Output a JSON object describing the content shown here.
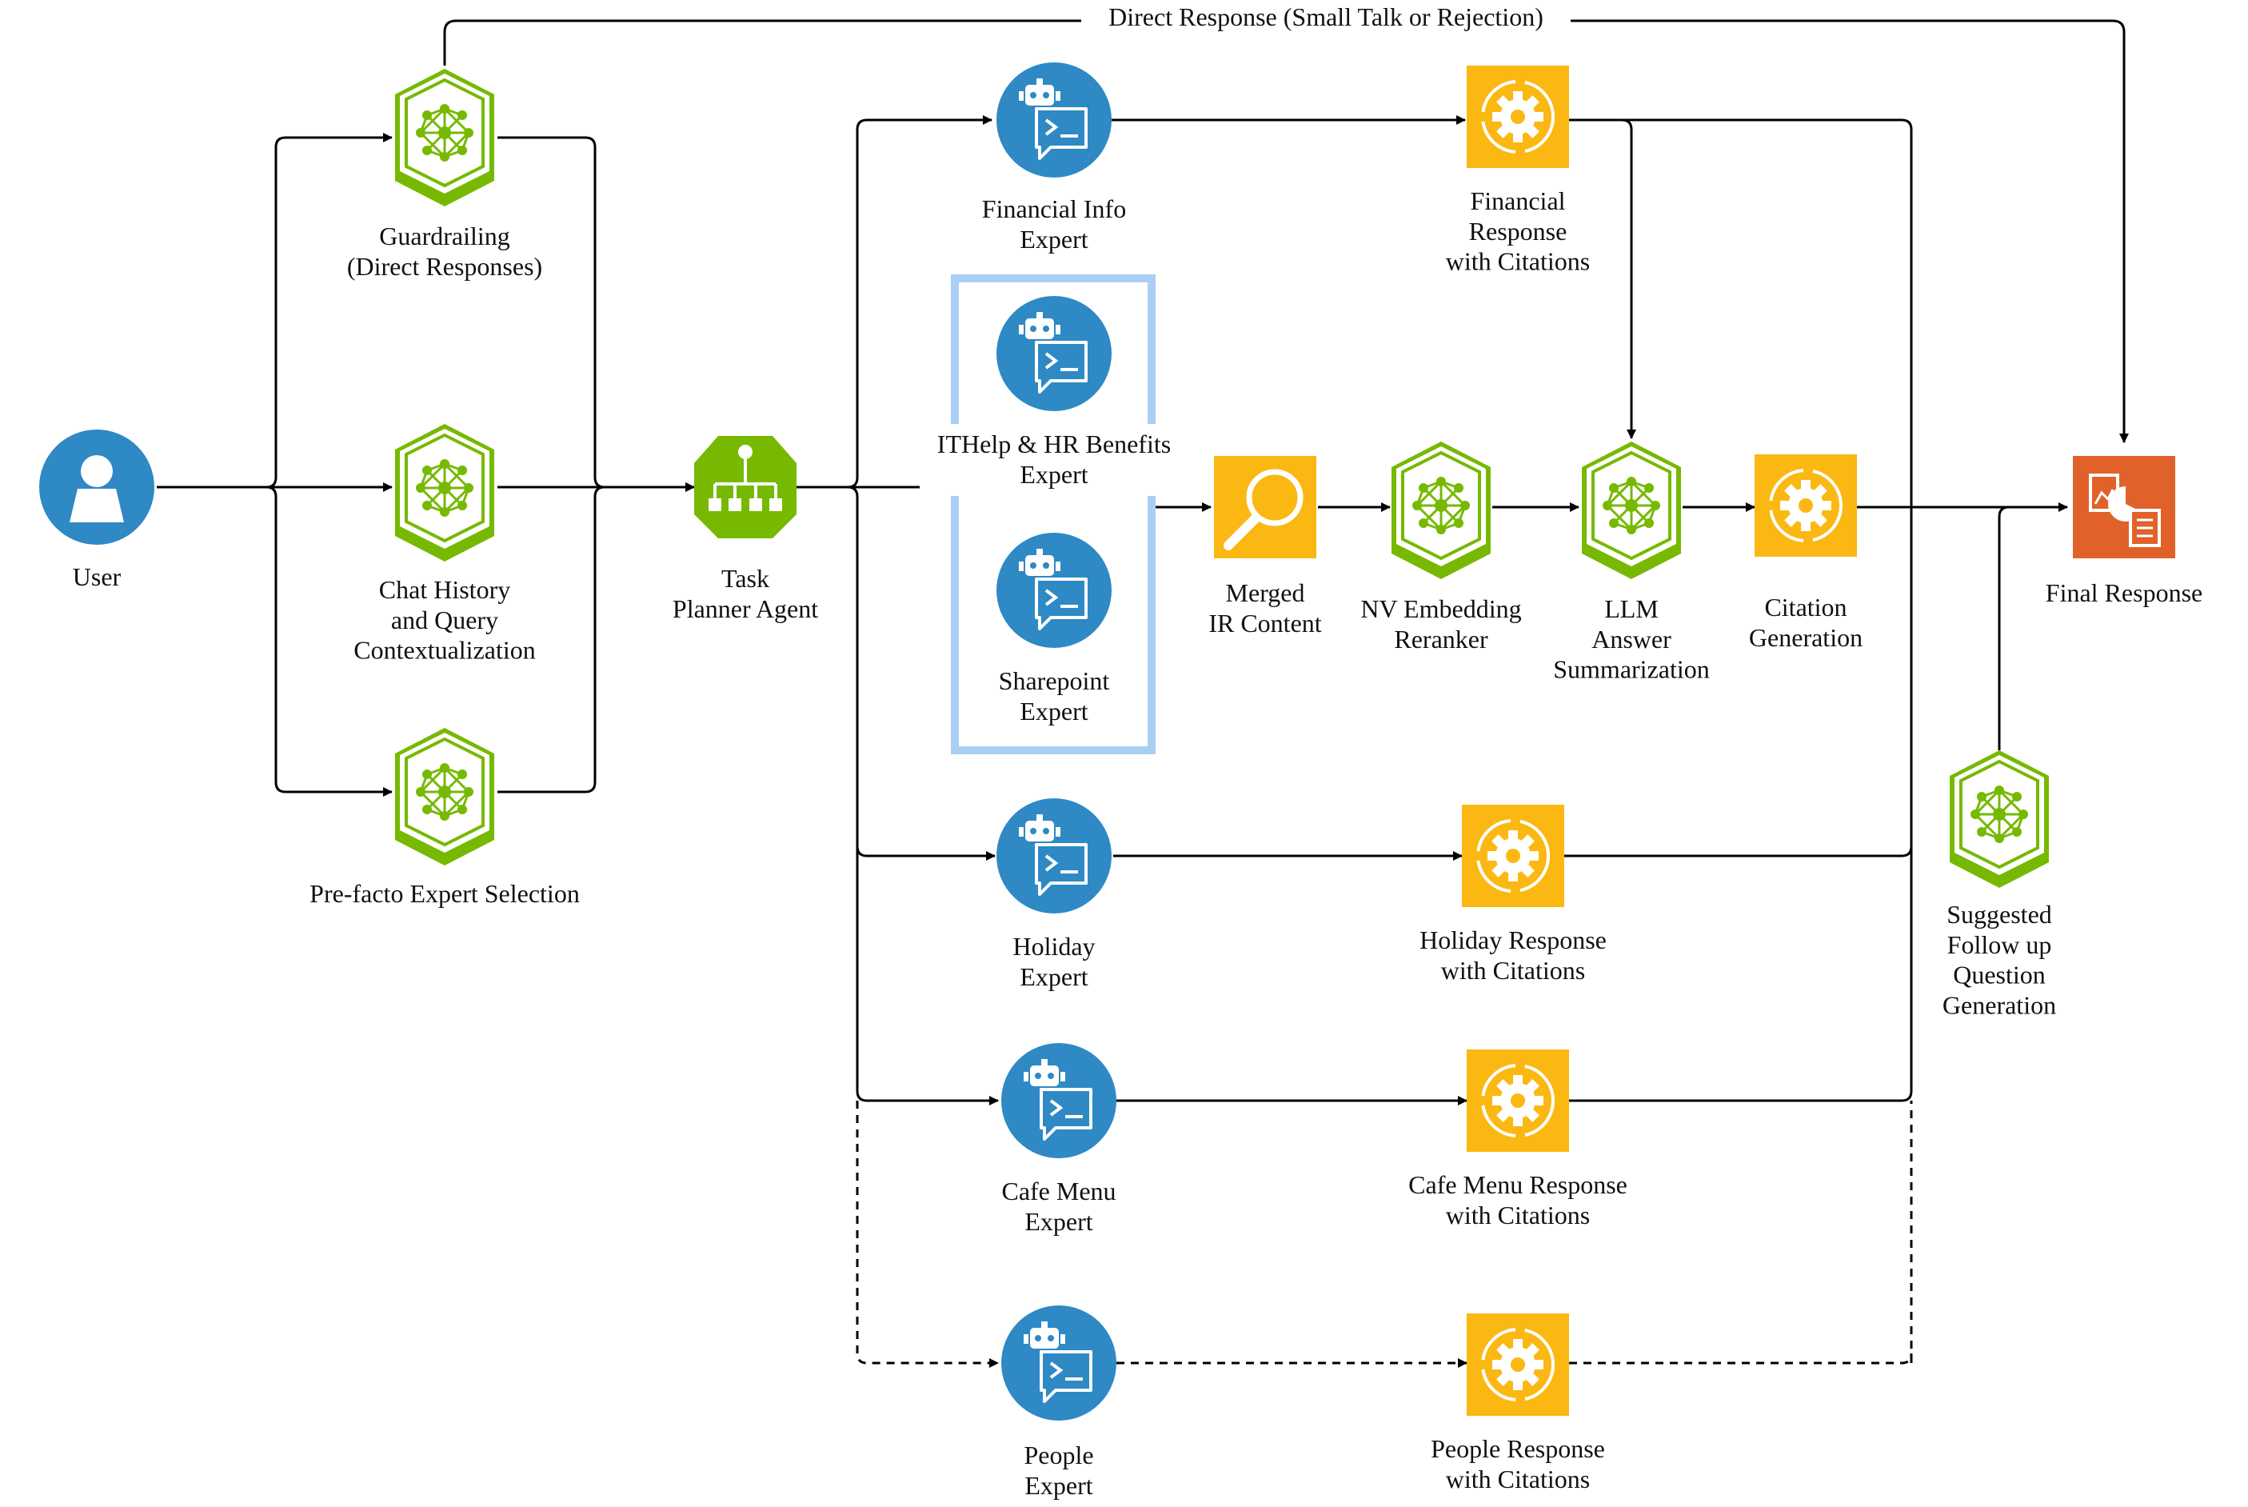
{
  "direct_response_label": "Direct Response (Small Talk or Rejection)",
  "nodes": {
    "user": {
      "label": [
        "User"
      ],
      "icon": "user-icon"
    },
    "guardrailing": {
      "label": [
        "Guardrailing",
        "(Direct Responses)"
      ],
      "icon": "nemo-hexagon-icon"
    },
    "chat_history": {
      "label": [
        "Chat History",
        "and Query",
        "Contextualization"
      ],
      "icon": "nemo-hexagon-icon"
    },
    "prefacto": {
      "label": [
        "Pre-facto Expert Selection"
      ],
      "icon": "nemo-hexagon-icon"
    },
    "task_planner": {
      "label": [
        "Task",
        "Planner Agent"
      ],
      "icon": "hierarchy-icon"
    },
    "financial_expert": {
      "label": [
        "Financial Info",
        "Expert"
      ],
      "icon": "robot-chat-icon"
    },
    "ithelp_expert": {
      "label": [
        "ITHelp & HR Benefits",
        "Expert"
      ],
      "icon": "robot-chat-icon"
    },
    "sharepoint_expert": {
      "label": [
        "Sharepoint",
        "Expert"
      ],
      "icon": "robot-chat-icon"
    },
    "holiday_expert": {
      "label": [
        "Holiday",
        "Expert"
      ],
      "icon": "robot-chat-icon"
    },
    "cafe_expert": {
      "label": [
        "Cafe Menu",
        "Expert"
      ],
      "icon": "robot-chat-icon"
    },
    "people_expert": {
      "label": [
        "People",
        "Expert"
      ],
      "icon": "robot-chat-icon"
    },
    "financial_response": {
      "label": [
        "Financial",
        "Response",
        "with Citations"
      ],
      "icon": "gear-cycle-icon"
    },
    "merged_ir": {
      "label": [
        "Merged",
        "IR Content"
      ],
      "icon": "magnifier-icon"
    },
    "nv_reranker": {
      "label": [
        "NV Embedding",
        "Reranker"
      ],
      "icon": "nemo-hexagon-icon"
    },
    "llm_summarization": {
      "label": [
        "LLM",
        "Answer",
        "Summarization"
      ],
      "icon": "nemo-hexagon-icon"
    },
    "citation_generation": {
      "label": [
        "Citation",
        "Generation"
      ],
      "icon": "gear-cycle-icon"
    },
    "holiday_response": {
      "label": [
        "Holiday Response",
        "with Citations"
      ],
      "icon": "gear-cycle-icon"
    },
    "cafe_response": {
      "label": [
        "Cafe Menu Response",
        "with Citations"
      ],
      "icon": "gear-cycle-icon"
    },
    "people_response": {
      "label": [
        "People Response",
        "with Citations"
      ],
      "icon": "gear-cycle-icon"
    },
    "followup": {
      "label": [
        "Suggested",
        "Follow up",
        "Question",
        "Generation"
      ],
      "icon": "nemo-hexagon-icon"
    },
    "final_response": {
      "label": [
        "Final Response"
      ],
      "icon": "documents-chart-icon"
    }
  },
  "colors": {
    "nvidia_green": "#76b900",
    "expert_blue": "#2e89c5",
    "user_blue": "#2e89c5",
    "response_orange": "#fbb813",
    "final_orange": "#e0622a",
    "group_border": "#a9cff5",
    "line": "#000000"
  }
}
